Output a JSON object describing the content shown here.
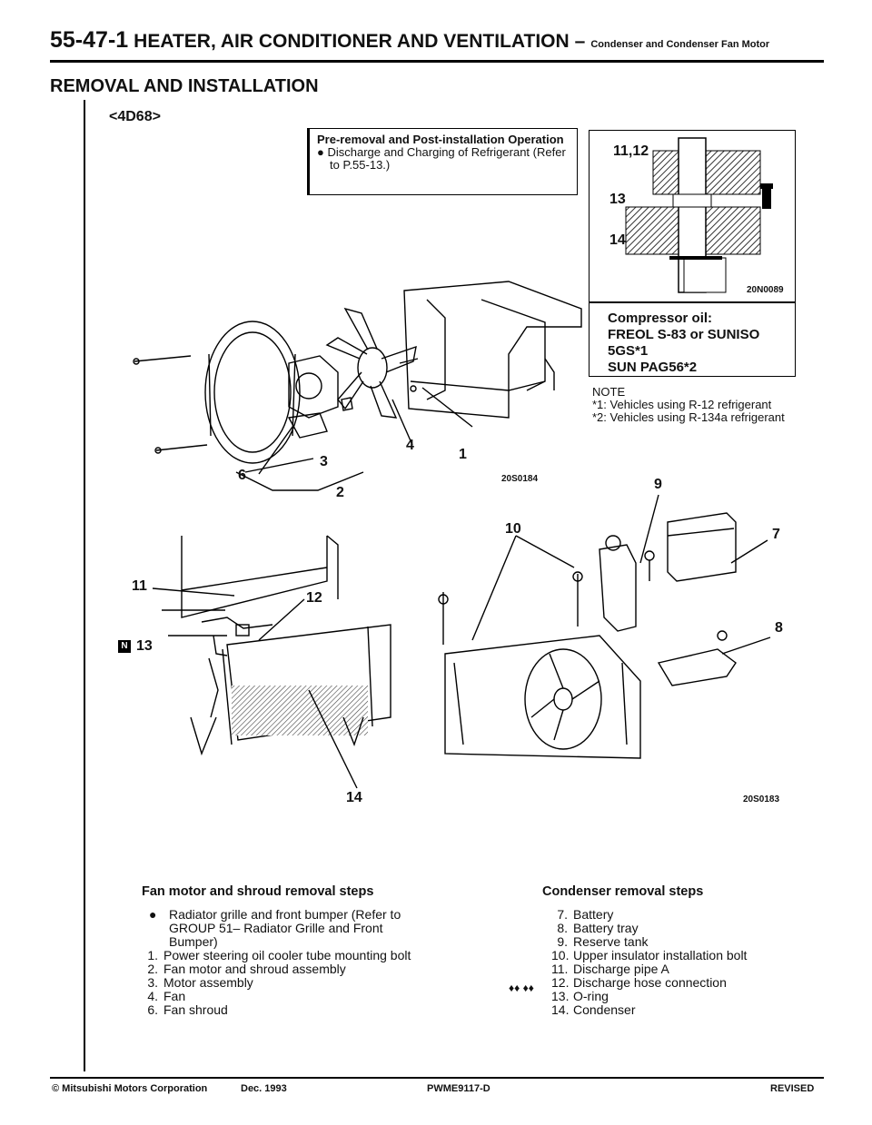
{
  "header": {
    "page_number": "55-47-1",
    "title": "HEATER, AIR CONDITIONER AND VENTILATION",
    "dash": "–",
    "subtitle": "Condenser and Condenser Fan Motor"
  },
  "section_title": "REMOVAL AND INSTALLATION",
  "model": "<4D68>",
  "pre_box": {
    "title": "Pre-removal and Post-installation Operation",
    "bullet": "Discharge and Charging of Refrigerant (Refer to P.55-13.)"
  },
  "oil_box": {
    "label_top": "11,12",
    "label_13": "13",
    "label_14": "14",
    "code": "20N0089",
    "line1": "Compressor oil:",
    "line2": "FREOL S-83 or SUNISO",
    "line3": "5GS*1",
    "line4": "SUN PAG56*2"
  },
  "note": {
    "title": "NOTE",
    "line1": "*1: Vehicles using R-12 refrigerant",
    "line2": "*2: Vehicles using R-134a refrigerant"
  },
  "upper_figure": {
    "code": "20S0184",
    "callouts": [
      "1",
      "2",
      "3",
      "4",
      "6"
    ]
  },
  "lower_figure": {
    "code": "20S0183",
    "callouts": [
      "7",
      "8",
      "9",
      "10",
      "11",
      "12",
      "13",
      "14"
    ],
    "n_symbol": "N"
  },
  "fan_steps": {
    "heading": "Fan motor and shroud removal steps",
    "bullet": "Radiator grille and front bumper (Refer to GROUP 51– Radiator Grille and Front Bumper)",
    "items": [
      {
        "n": "1.",
        "t": "Power steering oil cooler tube mounting bolt"
      },
      {
        "n": "2.",
        "t": "Fan motor and shroud assembly"
      },
      {
        "n": "3.",
        "t": "Motor assembly"
      },
      {
        "n": "4.",
        "t": "Fan"
      },
      {
        "n": "6.",
        "t": "Fan shroud"
      }
    ]
  },
  "condenser_steps": {
    "heading": "Condenser removal steps",
    "items": [
      {
        "n": "7.",
        "t": "Battery"
      },
      {
        "n": "8.",
        "t": "Battery tray"
      },
      {
        "n": "9.",
        "t": "Reserve tank"
      },
      {
        "n": "10.",
        "t": "Upper insulator installation bolt"
      },
      {
        "n": "11.",
        "t": "Discharge pipe A"
      },
      {
        "n": "12.",
        "t": "Discharge hose connection"
      },
      {
        "n": "13.",
        "t": "O-ring"
      },
      {
        "n": "14.",
        "t": "Condenser"
      }
    ],
    "marks": "♦♦ ♦♦"
  },
  "footer": {
    "company": "© Mitsubishi Motors Corporation",
    "date": "Dec. 1993",
    "pub": "PWME9117-D",
    "status": "REVISED"
  }
}
